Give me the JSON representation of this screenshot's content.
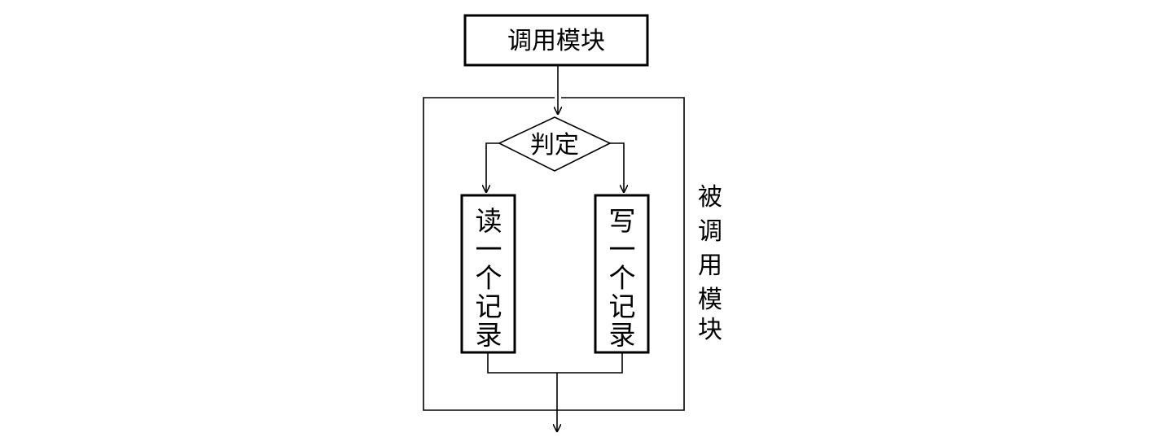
{
  "diagram": {
    "caller_module": "调用模块",
    "decision": "判定",
    "read_record": [
      "读",
      "一",
      "个",
      "记",
      "录"
    ],
    "write_record": [
      "写",
      "一",
      "个",
      "记",
      "录"
    ],
    "callee_module_label": [
      "被",
      "调",
      "用",
      "模",
      "块"
    ]
  }
}
